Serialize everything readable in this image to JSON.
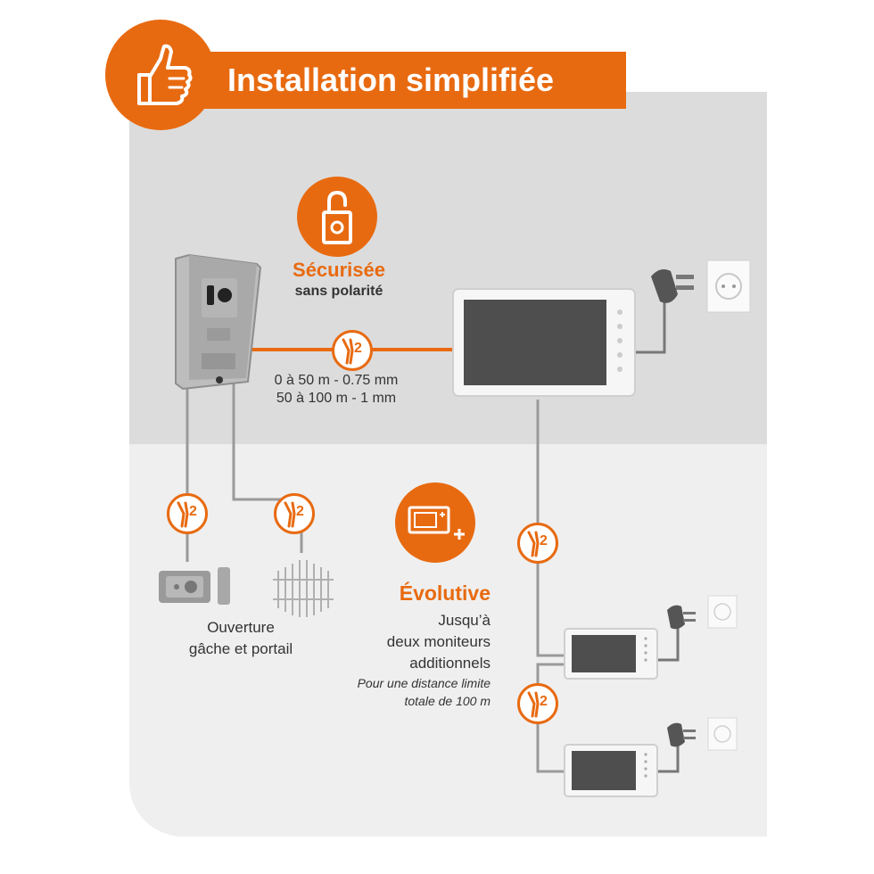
{
  "header": {
    "title": "Installation simplifiée"
  },
  "secure": {
    "title": "Sécurisée",
    "subtitle": "sans polarité"
  },
  "cable": {
    "line1": "0 à 50 m - 0.75 mm",
    "line2": "50 à 100 m - 1 mm"
  },
  "opening": {
    "line1": "Ouverture",
    "line2": "gâche et portail"
  },
  "evolutive": {
    "title": "Évolutive",
    "line1": "Jusqu’à",
    "line2": "deux moniteurs",
    "line3": "additionnels",
    "note1": "Pour une distance limite",
    "note2": "totale de 100 m"
  },
  "wire_badge_label": "2",
  "colors": {
    "accent": "#e86a10",
    "panel": "#dcdcdc",
    "panel_light": "#efefef",
    "wire": "#9a9a9a"
  }
}
